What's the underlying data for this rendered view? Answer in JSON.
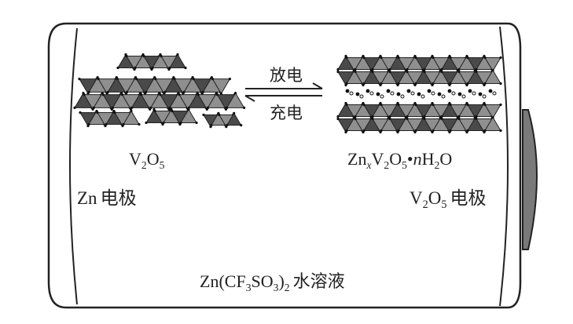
{
  "process": {
    "discharge": "放电",
    "charge": "充电"
  },
  "left_material": {
    "base": "V",
    "sub1": "2",
    "mid": "O",
    "sub2": "5"
  },
  "right_material": {
    "p1": "Zn",
    "x": "x",
    "p2": "V",
    "s2": "2",
    "p3": "O",
    "s3": "5",
    "dot": "•",
    "n": "n",
    "p4": "H",
    "s4": "2",
    "p5": "O"
  },
  "zn_electrode": {
    "zn": "Zn",
    "label": "电极"
  },
  "v2o5_electrode": {
    "v": "V",
    "s1": "2",
    "o": "O",
    "s2": "5",
    "label": "电极"
  },
  "electrolyte": {
    "a": "Zn(CF",
    "s1": "3",
    "b": "SO",
    "s2": "3",
    "c": ")",
    "s3": "2",
    "d": "水溶液"
  },
  "colors": {
    "outline": "#222222",
    "tri_light": "#8f8f8f",
    "tri_dark": "#4a4a4a",
    "cap": "#7a7a7a"
  }
}
